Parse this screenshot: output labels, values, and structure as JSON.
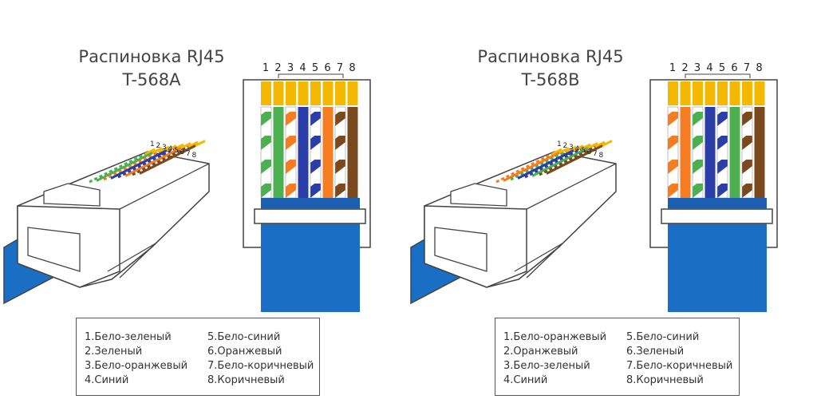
{
  "left": {
    "title_line1": "Распиновка RJ45",
    "title_line2": "T-568A",
    "pins": [
      "1",
      "2",
      "3",
      "4",
      "5",
      "6",
      "7",
      "8"
    ],
    "wires": [
      {
        "color": "#4caf50",
        "striped": true
      },
      {
        "color": "#4caf50",
        "striped": false
      },
      {
        "color": "#f57c20",
        "striped": true
      },
      {
        "color": "#2b3ea8",
        "striped": false
      },
      {
        "color": "#2b3ea8",
        "striped": true
      },
      {
        "color": "#f57c20",
        "striped": false
      },
      {
        "color": "#7a4a1e",
        "striped": true
      },
      {
        "color": "#7a4a1e",
        "striped": false
      }
    ],
    "legend_col1": [
      "1.Бело-зеленый",
      "2.Зеленый",
      "3.Бело-оранжевый",
      "4.Синий"
    ],
    "legend_col2": [
      "5.Бело-синий",
      "6.Оранжевый",
      "7.Бело-коричневый",
      "8.Коричневый"
    ]
  },
  "right": {
    "title_line1": "Распиновка RJ45",
    "title_line2": "T-568B",
    "pins": [
      "1",
      "2",
      "3",
      "4",
      "5",
      "6",
      "7",
      "8"
    ],
    "wires": [
      {
        "color": "#f57c20",
        "striped": true
      },
      {
        "color": "#f57c20",
        "striped": false
      },
      {
        "color": "#4caf50",
        "striped": true
      },
      {
        "color": "#2b3ea8",
        "striped": false
      },
      {
        "color": "#2b3ea8",
        "striped": true
      },
      {
        "color": "#4caf50",
        "striped": false
      },
      {
        "color": "#7a4a1e",
        "striped": true
      },
      {
        "color": "#7a4a1e",
        "striped": false
      }
    ],
    "legend_col1": [
      "1.Бело-оранжевый",
      "2.Оранжевый",
      "3.Бело-зеленый",
      "4.Синий"
    ],
    "legend_col2": [
      "5.Бело-синий",
      "6.Зеленый",
      "7.Бело-коричневый",
      "8.Коричневый"
    ]
  },
  "colors": {
    "cable_blue": "#1a6fc4",
    "gold": "#f5b800",
    "outline": "#444444"
  }
}
